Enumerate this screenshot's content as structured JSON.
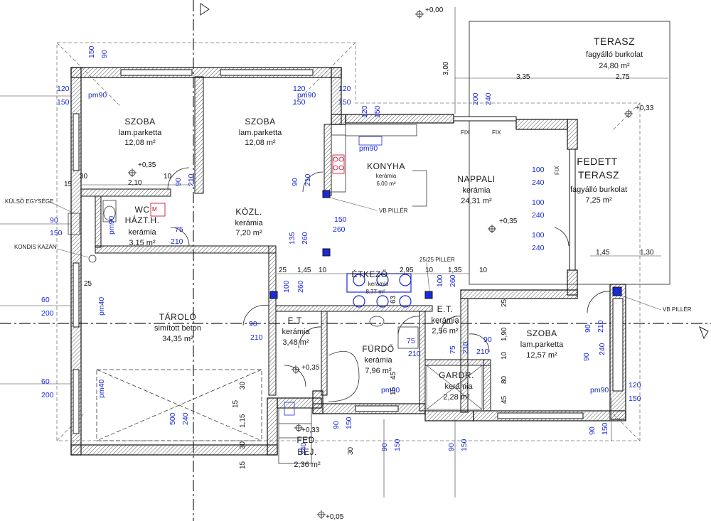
{
  "rooms": [
    {
      "id": "szoba1",
      "name": "SZOBA",
      "floor": "lam.parketta",
      "area": "12,08 m²"
    },
    {
      "id": "szoba2",
      "name": "SZOBA",
      "floor": "lam.parketta",
      "area": "12,08 m²"
    },
    {
      "id": "konyha",
      "name": "KONYHA",
      "floor": "kerámia",
      "area": "6,00 m²"
    },
    {
      "id": "nappali",
      "name": "NAPPALI",
      "floor": "kerámia",
      "area": "24,31 m²"
    },
    {
      "id": "fedett",
      "name": "FEDETT",
      "name2": "TERASZ",
      "floor": "fagyálló burkolat",
      "area": "7,25 m²"
    },
    {
      "id": "terasz",
      "name": "TERASZ",
      "floor": "fagyálló burkolat",
      "area": "24,80 m²"
    },
    {
      "id": "wc",
      "name": "WC",
      "name2": "HÁZT.H.",
      "floor": "kerámia",
      "area": "3,15 m²"
    },
    {
      "id": "kozl",
      "name": "KÖZL.",
      "floor": "kerámia",
      "area": "7,20 m²"
    },
    {
      "id": "etkezo",
      "name": "ÉTKEZŐ",
      "floor": "kerámia",
      "area": "8,77 m²"
    },
    {
      "id": "tarolo",
      "name": "TÁROLÓ",
      "floor": "simított beton",
      "area": "34,35 m²"
    },
    {
      "id": "et1",
      "name": "E.T.",
      "floor": "kerámia",
      "area": "3,48 m²"
    },
    {
      "id": "et2",
      "name": "E.T.",
      "floor": "kerámia",
      "area": "2,56 m²"
    },
    {
      "id": "furdo",
      "name": "FÜRDŐ",
      "floor": "kerámia",
      "area": "7,96 m²"
    },
    {
      "id": "gardr",
      "name": "GARDR.",
      "floor": "kerámia",
      "area": "2,28 m²"
    },
    {
      "id": "szoba3",
      "name": "SZOBA",
      "floor": "lam.parketta",
      "area": "12,57 m²"
    },
    {
      "id": "fedbej",
      "name": "FED.",
      "name2": "BEJ.",
      "area": "2,36 m²"
    }
  ],
  "labels": {
    "vb1": "VB PILLÉR",
    "vb2": "VB PILLÉR",
    "pill2525": "25/25 PILLÉR",
    "kulso": "KÜLSŐ EGYSÉGE",
    "kazan": "KONDIS KAZÁN",
    "fix1": "FIX",
    "fix2": "FIX",
    "fix3": "FIX",
    "lvl000": "+0,00",
    "lvl033a": "+0,33",
    "lvl033b": "+0,33",
    "lvl035a": "+0,35",
    "lvl035b": "+0,35",
    "lvl035c": "+0,35",
    "lvl005": "+0,05",
    "wm": "M"
  },
  "dims_blue": [
    {
      "t": "120"
    },
    {
      "t": "150"
    },
    {
      "t": "120"
    },
    {
      "t": "150"
    },
    {
      "t": "120"
    },
    {
      "t": "150"
    },
    {
      "t": "90"
    },
    {
      "t": "150"
    },
    {
      "t": "60"
    },
    {
      "t": "200"
    },
    {
      "t": "60"
    },
    {
      "t": "200"
    },
    {
      "t": "pm90"
    },
    {
      "t": "pm90"
    },
    {
      "t": "pm90"
    },
    {
      "t": "pm90"
    },
    {
      "t": "pm40"
    },
    {
      "t": "pm40"
    },
    {
      "t": "pm90"
    },
    {
      "t": "pm90"
    },
    {
      "t": "120"
    },
    {
      "t": "150"
    },
    {
      "t": "200"
    },
    {
      "t": "240"
    },
    {
      "t": "100"
    },
    {
      "t": "240"
    },
    {
      "t": "100"
    },
    {
      "t": "240"
    },
    {
      "t": "100"
    },
    {
      "t": "240"
    },
    {
      "t": "90"
    },
    {
      "t": "210"
    },
    {
      "t": "90"
    },
    {
      "t": "210"
    },
    {
      "t": "90"
    },
    {
      "t": "210"
    },
    {
      "t": "75"
    },
    {
      "t": "210"
    },
    {
      "t": "150"
    },
    {
      "t": "260"
    },
    {
      "t": "135"
    },
    {
      "t": "260"
    },
    {
      "t": "100"
    },
    {
      "t": "260"
    },
    {
      "t": "100"
    },
    {
      "t": "260"
    },
    {
      "t": "90"
    },
    {
      "t": "210"
    },
    {
      "t": "75"
    },
    {
      "t": "210"
    },
    {
      "t": "75"
    },
    {
      "t": "210"
    },
    {
      "t": "90"
    },
    {
      "t": "210"
    },
    {
      "t": "90"
    },
    {
      "t": "240"
    },
    {
      "t": "120"
    },
    {
      "t": "150"
    },
    {
      "t": "500"
    },
    {
      "t": "240"
    },
    {
      "t": "90"
    },
    {
      "t": "150"
    },
    {
      "t": "90"
    },
    {
      "t": "150"
    },
    {
      "t": "90"
    },
    {
      "t": "150"
    },
    {
      "t": "90"
    },
    {
      "t": "150"
    },
    {
      "t": "240"
    },
    {
      "t": "90"
    },
    {
      "t": "150"
    }
  ],
  "dims_black": [
    {
      "t": "3,00"
    },
    {
      "t": "3,35"
    },
    {
      "t": "2,75"
    },
    {
      "t": "2,10"
    },
    {
      "t": "10"
    },
    {
      "t": "30"
    },
    {
      "t": "15"
    },
    {
      "t": "25"
    },
    {
      "t": "1,45"
    },
    {
      "t": "10"
    },
    {
      "t": "2,95"
    },
    {
      "t": "10"
    },
    {
      "t": "1,35"
    },
    {
      "t": "10"
    },
    {
      "t": "1,45"
    },
    {
      "t": "1,30"
    },
    {
      "t": "1,90"
    },
    {
      "t": "25"
    },
    {
      "t": "80"
    },
    {
      "t": "45"
    },
    {
      "t": "10"
    },
    {
      "t": "63"
    },
    {
      "t": "1,15"
    },
    {
      "t": "15"
    },
    {
      "t": "30"
    },
    {
      "t": "15"
    },
    {
      "t": "30"
    },
    {
      "t": "15"
    },
    {
      "t": "45"
    },
    {
      "t": "30"
    },
    {
      "t": "25"
    }
  ]
}
